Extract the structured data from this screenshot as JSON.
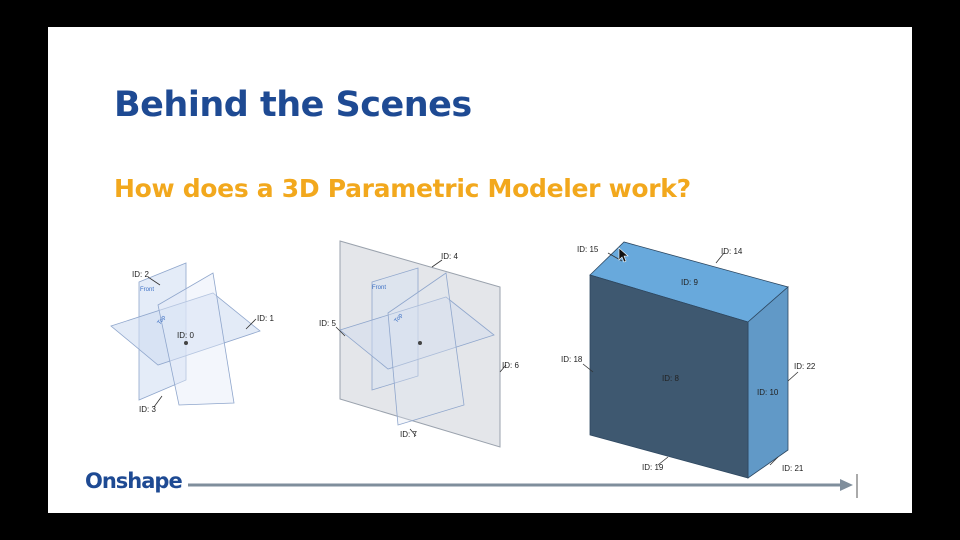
{
  "slide": {
    "title": "Behind the Scenes",
    "subtitle": "How does a 3D Parametric Modeler work?",
    "logo": "Onshape"
  },
  "diagram_planes": {
    "labels": {
      "id2": "ID: 2",
      "id1": "ID: 1",
      "id0": "ID: 0",
      "id3": "ID: 3"
    },
    "plane_labels": {
      "front": "Front",
      "top": "Top"
    }
  },
  "diagram_sketch": {
    "labels": {
      "id4": "ID: 4",
      "id5": "ID: 5",
      "id6": "ID: 6",
      "id7": "ID: 7"
    },
    "plane_labels": {
      "front": "Front",
      "top": "Top"
    }
  },
  "diagram_solid": {
    "labels": {
      "id15": "ID: 15",
      "id14": "ID: 14",
      "id9": "ID: 9",
      "id18": "ID: 18",
      "id8": "ID: 8",
      "id10": "ID: 10",
      "id22": "ID: 22",
      "id19": "ID: 19",
      "id21": "ID: 21"
    }
  },
  "colors": {
    "title": "#1e4a93",
    "subtitle": "#f2a81d",
    "plane_fill": "#dbe6f5",
    "plane_stroke": "#8fa6cc",
    "sketch_fill": "#e4e6ea",
    "solid_top": "#68a9dc",
    "solid_front": "#3e5870",
    "solid_side": "#6199c7",
    "timeline": "#7f8e9c"
  }
}
